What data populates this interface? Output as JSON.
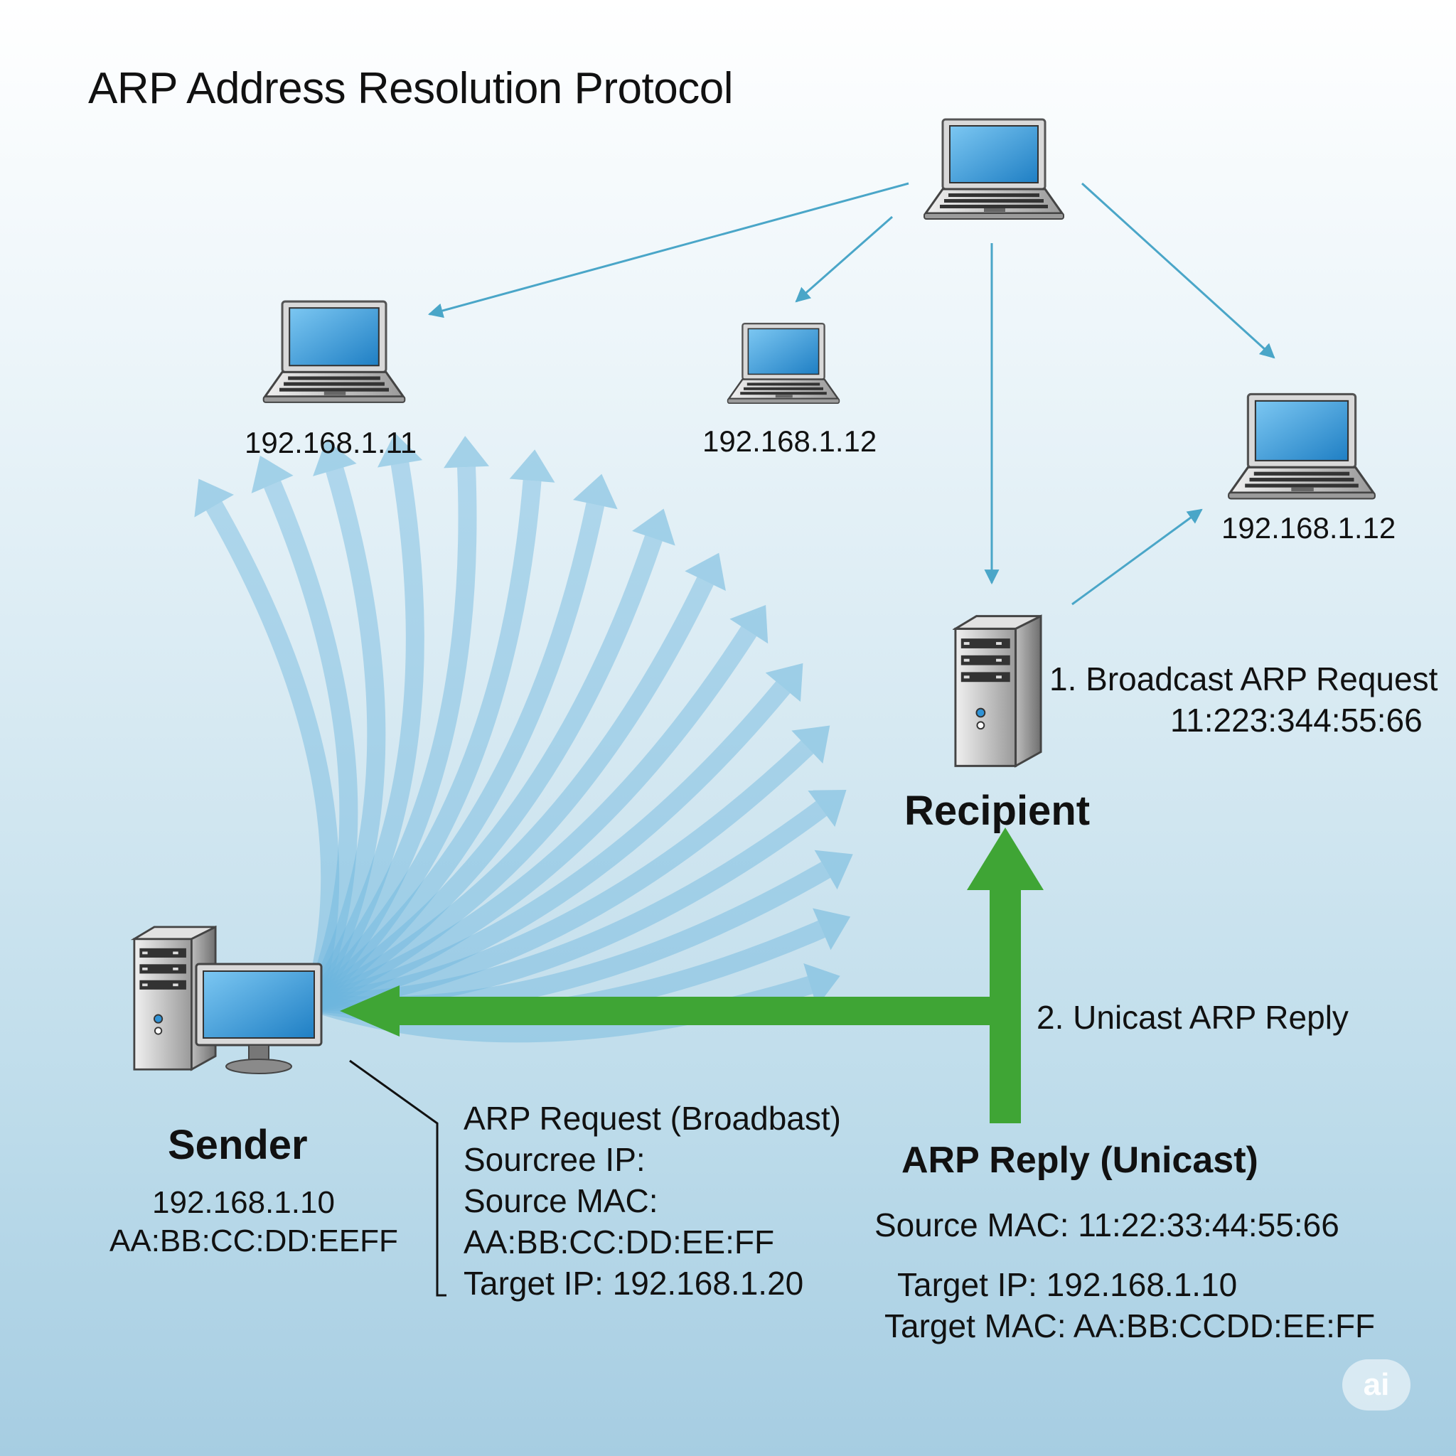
{
  "title": "ARP  Address Resolution Protocol",
  "hosts": {
    "host_1_ip": "192.168.1.11",
    "host_2_ip": "192.168.1.12",
    "host_3_ip": "192.168.1.12"
  },
  "recipient": {
    "label": "Recipient",
    "step_1_label": "1. Broadcast ARP Request",
    "step_1_mac": "11:223:344:55:66"
  },
  "sender": {
    "label": "Sender",
    "ip": "192.168.1.10",
    "mac": "AA:BB:CC:DD:EEFF"
  },
  "arp_request": {
    "heading": "ARP Request (Broadbast)",
    "source_ip": "Sourcree IP:",
    "source_mac": "Source MAC:",
    "source_mac_value": "AA:BB:CC:DD:EE:FF",
    "target_ip": "Target IP: 192.168.1.20"
  },
  "unicast": {
    "step_2_label": "2. Unicast ARP Reply"
  },
  "arp_reply": {
    "heading": "ARP Reply (Unicast)",
    "source_mac": "Source MAC: 11:22:33:44:55:66",
    "target_ip": "Target IP: 192.168.1.10",
    "target_mac": "Target MAC: AA:BB:CCDD:EE:FF"
  },
  "watermark": "ai",
  "colors": {
    "broadcast_arrow": "#6cb6dd",
    "reply_arrow": "#3fa535",
    "thin_line": "#4aa6c8",
    "screen": "#2f93d6"
  },
  "icons": [
    "laptop-icon",
    "server-tower-icon",
    "desktop-computer-icon"
  ]
}
